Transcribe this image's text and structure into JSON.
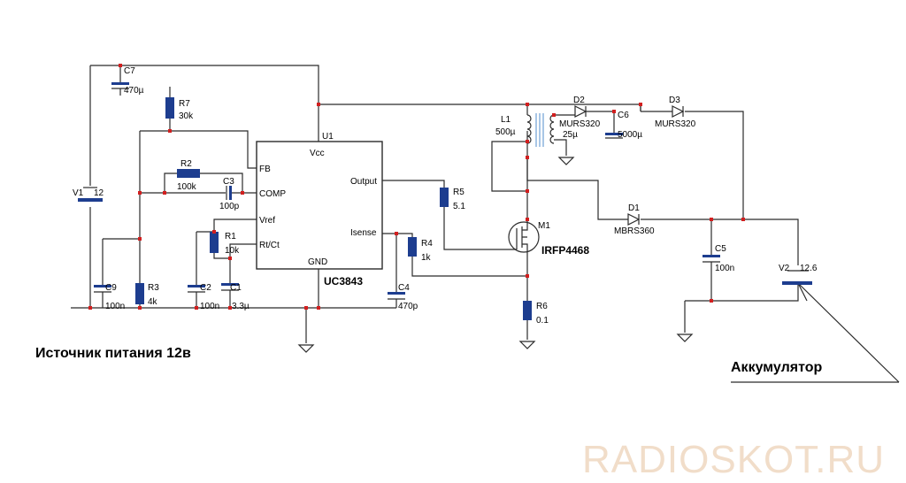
{
  "ic": {
    "ref": "U1",
    "name": "UC3843",
    "pins": {
      "vcc": "Vcc",
      "fb": "FB",
      "comp": "COMP",
      "vref": "Vref",
      "rtct": "Rt/Ct",
      "output": "Output",
      "isense": "Isense",
      "gnd": "GND"
    }
  },
  "components": {
    "v1": {
      "ref": "V1",
      "value": "12"
    },
    "v2": {
      "ref": "V2",
      "value": "12.6"
    },
    "c7": {
      "ref": "C7",
      "value": "470µ"
    },
    "r7": {
      "ref": "R7",
      "value": "30k"
    },
    "r2": {
      "ref": "R2",
      "value": "100k"
    },
    "c3": {
      "ref": "C3",
      "value": "100p"
    },
    "r1": {
      "ref": "R1",
      "value": "10k"
    },
    "c9": {
      "ref": "C9",
      "value": "100n"
    },
    "r3": {
      "ref": "R3",
      "value": "4k"
    },
    "c2": {
      "ref": "C2",
      "value": "100n"
    },
    "c1": {
      "ref": "C1",
      "value": "3.3µ"
    },
    "c4": {
      "ref": "C4",
      "value": "470p"
    },
    "r4": {
      "ref": "R4",
      "value": "1k"
    },
    "r5": {
      "ref": "R5",
      "value": "5.1"
    },
    "m1": {
      "ref": "M1",
      "value": "IRFP4468"
    },
    "r6": {
      "ref": "R6",
      "value": "0.1"
    },
    "l1": {
      "ref": "L1",
      "value": "500µ"
    },
    "l2": {
      "value": "25µ"
    },
    "d2": {
      "ref": "D2",
      "value": "MURS320"
    },
    "c6": {
      "ref": "C6",
      "value": "5000µ"
    },
    "d3": {
      "ref": "D3",
      "value": "MURS320"
    },
    "d1": {
      "ref": "D1",
      "value": "MBRS360"
    },
    "c5": {
      "ref": "C5",
      "value": "100n"
    }
  },
  "captions": {
    "source": "Источник питания 12в",
    "battery": "Аккумулятор",
    "watermark": "RADIOSKOT.RU"
  },
  "colors": {
    "part": "#1d3d8f",
    "junction": "#d21f1f",
    "core": "#6da0d6",
    "watermark": "#f1ddc9"
  }
}
